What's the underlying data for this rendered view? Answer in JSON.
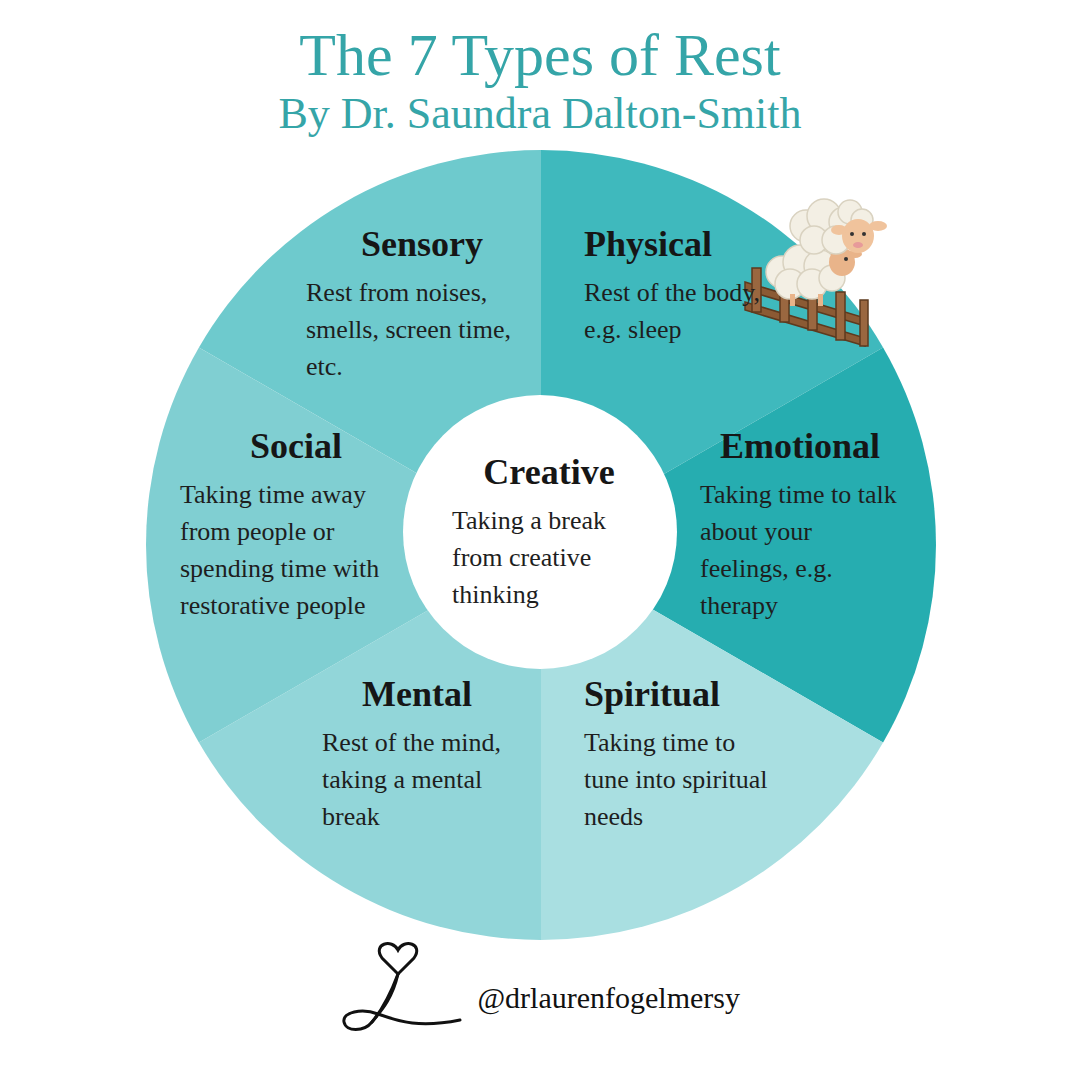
{
  "diagram": {
    "title": "The 7 Types of Rest",
    "nodes": [
      {
        "text": [
          "Sensory",
          "Rest from noises, smells, screen time, etc."
        ]
      },
      {
        "text": [
          "Physical",
          "Rest of the body, e.g. sleep"
        ]
      },
      {
        "text": [
          "Social",
          "Taking time away from people or spending time with restorative people"
        ]
      },
      {
        "text": [
          "Creative",
          "Taking a break from creative thinking"
        ]
      },
      {
        "text": [
          "Emotional",
          "Taking time to talk about your feelings, e.g. therapy"
        ]
      },
      {
        "text": [
          "Mental",
          "Rest of the mind, taking a mental break"
        ]
      },
      {
        "text": [
          "Spiritual",
          "Taking time to tune into spiritual needs"
        ]
      }
    ],
    "labels": [
      "By Dr. Saundra Dalton-Smith",
      "@drlaurenfogelmersy"
    ]
  }
}
